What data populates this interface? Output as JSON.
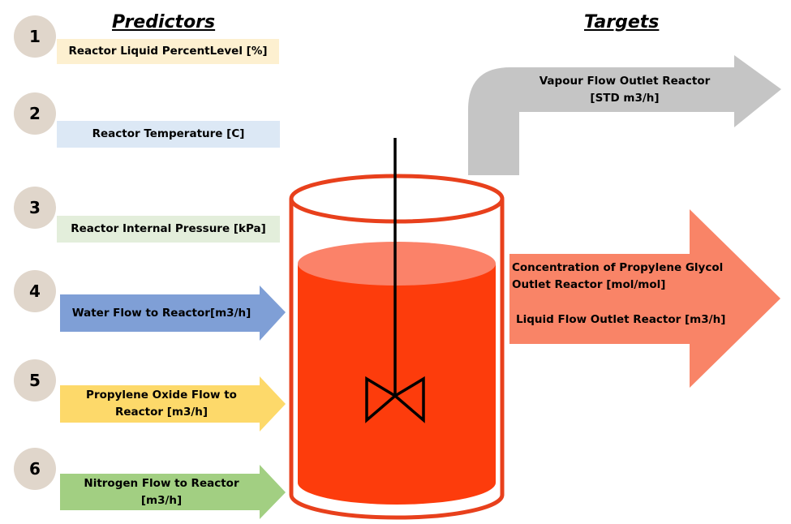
{
  "headings": {
    "predictors": "Predictors",
    "targets": "Targets"
  },
  "predictors": [
    {
      "num": "1",
      "label": "Reactor Liquid PercentLevel [%]",
      "color": "#fdf0d0"
    },
    {
      "num": "2",
      "label": "Reactor Temperature [C]",
      "color": "#dce8f5"
    },
    {
      "num": "3",
      "label": "Reactor Internal Pressure [kPa]",
      "color": "#e3eedb"
    },
    {
      "num": "4",
      "label": "Water Flow to Reactor[m3/h]",
      "color": "#7f9fd6"
    },
    {
      "num": "5",
      "label_line1": "Propylene Oxide Flow to",
      "label_line2": "Reactor [m3/h]",
      "color": "#fdd96a"
    },
    {
      "num": "6",
      "label_line1": "Nitrogen Flow to Reactor",
      "label_line2": "[m3/h]",
      "color": "#a2cf82"
    }
  ],
  "targets": {
    "vapour": {
      "line1": "Vapour Flow Outlet Reactor",
      "line2": "[STD m3/h]",
      "color": "#c5c5c5"
    },
    "liquid": {
      "line1": "Concentration of Propylene Glycol",
      "line2": "Outlet Reactor [mol/mol]",
      "line3": "Liquid Flow Outlet Reactor [m3/h]",
      "color": "#f98467"
    }
  },
  "colors": {
    "circle": "#e0d6cb",
    "reactor_outline": "#e8401c",
    "liquid": "#fd3c0c",
    "liquid_top": "#fb8269",
    "stirrer": "#000000"
  }
}
